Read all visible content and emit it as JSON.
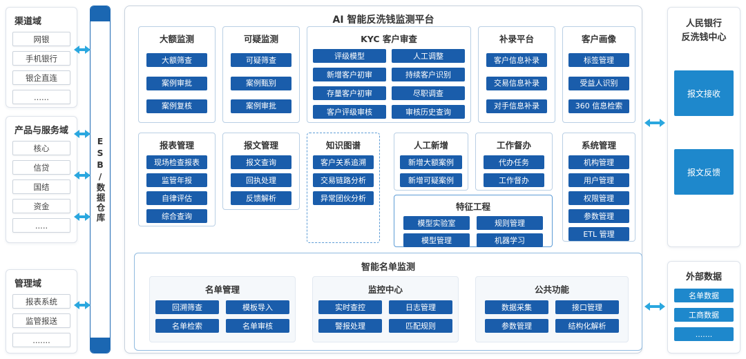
{
  "left_column": {
    "domains": [
      {
        "title": "渠道域",
        "items": [
          "网银",
          "手机银行",
          "银企直连",
          "......"
        ]
      },
      {
        "title": "产品与服务域",
        "items": [
          "核心",
          "信贷",
          "国结",
          "资金",
          "....."
        ]
      },
      {
        "title": "管理域",
        "items": [
          "报表系统",
          "监管报送",
          "......."
        ]
      }
    ]
  },
  "esb": {
    "label": "ESB/数据仓库"
  },
  "main": {
    "title": "AI 智能反洗钱监测平台",
    "modules_row1": [
      {
        "title": "大额监测",
        "items": [
          "大额筛查",
          "案例审批",
          "案例复核"
        ]
      },
      {
        "title": "可疑监测",
        "items": [
          "可疑筛查",
          "案例甄别",
          "案例审批"
        ]
      },
      {
        "title": "KYC 客户审查",
        "items": [
          "评级模型",
          "人工调整",
          "新增客户初审",
          "持续客户识别",
          "存量客户初审",
          "尽职调查",
          "客户评级审核",
          "审核历史查询"
        ]
      },
      {
        "title": "补录平台",
        "items": [
          "客户信息补录",
          "交易信息补录",
          "对手信息补录"
        ]
      },
      {
        "title": "客户画像",
        "items": [
          "标签管理",
          "受益人识别",
          "360 信息检索"
        ]
      }
    ],
    "modules_row2": [
      {
        "title": "报表管理",
        "items": [
          "现场检查报表",
          "监管年报",
          "自律评估",
          "综合查询"
        ]
      },
      {
        "title": "报文管理",
        "items": [
          "报文查询",
          "回执处理",
          "反馈解析"
        ]
      },
      {
        "title": "知识图谱",
        "items": [
          "客户关系追溯",
          "交易链路分析",
          "异常团伙分析"
        ]
      },
      {
        "title": "人工新增",
        "items": [
          "新增大额案例",
          "新增可疑案例"
        ]
      },
      {
        "title": "工作督办",
        "items": [
          "代办任务",
          "工作督办"
        ]
      },
      {
        "title": "系统管理",
        "items": [
          "机构管理",
          "用户管理",
          "权限管理",
          "参数管理",
          "ETL 管理"
        ]
      }
    ],
    "feature_engineering": {
      "title": "特征工程",
      "items": [
        "模型实验室",
        "规则管理",
        "模型管理",
        "机器学习"
      ]
    },
    "list_monitoring": {
      "title": "智能名单监测",
      "groups": [
        {
          "title": "名单管理",
          "items": [
            "回溯筛查",
            "模板导入",
            "名单检索",
            "名单审核"
          ]
        },
        {
          "title": "监控中心",
          "items": [
            "实时查控",
            "日志管理",
            "警报处理",
            "匹配规则"
          ]
        },
        {
          "title": "公共功能",
          "items": [
            "数据采集",
            "接口管理",
            "参数管理",
            "结构化解析"
          ]
        }
      ]
    }
  },
  "right_column": {
    "pboc": {
      "title": "人民银行\n反洗钱中心",
      "blocks": [
        "报文接收",
        "报文反馈"
      ]
    },
    "external": {
      "title": "外部数据",
      "items": [
        "名单数据",
        "工商数据",
        "......."
      ]
    }
  },
  "colors": {
    "module_button": "#1a5dab",
    "block_button": "#1e88cc",
    "arrow": "#2aa7df",
    "esb_bar": "#1b67b2"
  }
}
